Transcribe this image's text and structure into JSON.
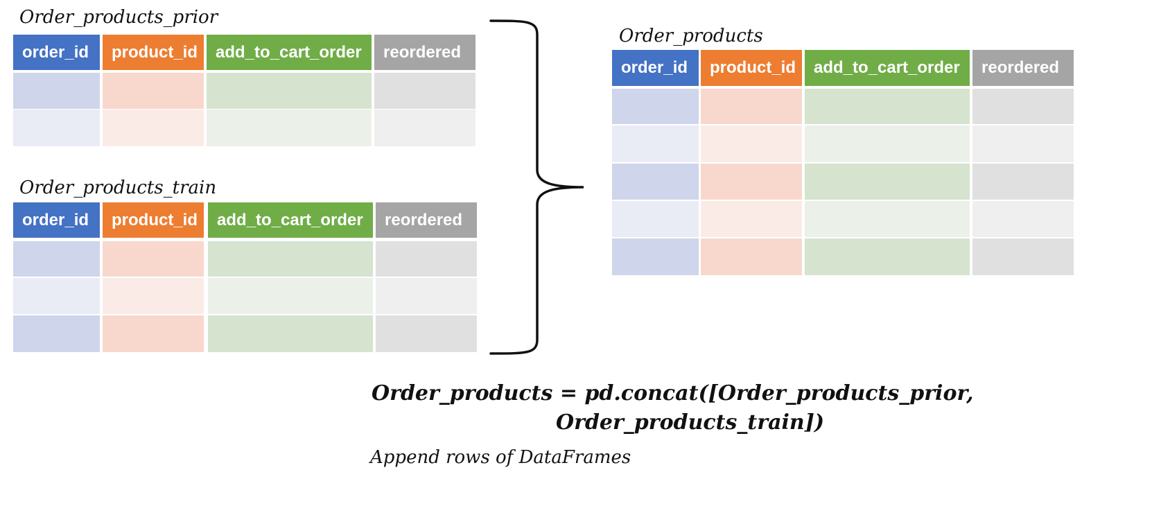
{
  "diagram": {
    "tables": [
      {
        "id": "prior",
        "title": "Order_products_prior",
        "columns": [
          "order_id",
          "product_id",
          "add_to_cart_order",
          "reordered"
        ],
        "row_count": 2
      },
      {
        "id": "train",
        "title": "Order_products_train",
        "columns": [
          "order_id",
          "product_id",
          "add_to_cart_order",
          "reordered"
        ],
        "row_count": 3
      },
      {
        "id": "result",
        "title": "Order_products",
        "columns": [
          "order_id",
          "product_id",
          "add_to_cart_order",
          "reordered"
        ],
        "row_count": 5
      }
    ],
    "code_line_1": "Order_products = pd.concat([Order_products_prior,",
    "code_line_2": "Order_products_train])",
    "caption": "Append rows of DataFrames"
  },
  "colors": {
    "header": [
      "#4472C4",
      "#ED7D31",
      "#70AD47",
      "#A5A5A5"
    ],
    "row_dark": [
      "#CFD5EA",
      "#F8D8CC",
      "#D5E3CF",
      "#E0E0E0"
    ],
    "row_light": [
      "#E9EBF5",
      "#FBEBE6",
      "#EBF1E9",
      "#EFEFEF"
    ]
  }
}
